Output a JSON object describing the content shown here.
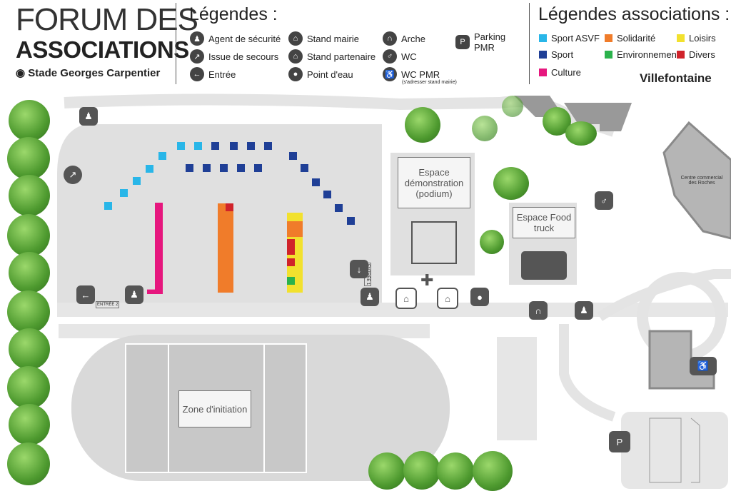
{
  "header": {
    "title_line1": "FORUM DES",
    "title_line2": "ASSOCIATIONS",
    "location": "Stade Georges Carpentier"
  },
  "legend": {
    "title": "Légendes :",
    "items": [
      {
        "icon": "security-guard-icon",
        "label": "Agent de sécurité"
      },
      {
        "icon": "emergency-exit-icon",
        "label": "Issue de secours"
      },
      {
        "icon": "entrance-icon",
        "label": "Entrée"
      },
      {
        "icon": "mairie-stand-icon",
        "label": "Stand mairie"
      },
      {
        "icon": "partner-stand-icon",
        "label": "Stand partenaire"
      },
      {
        "icon": "water-point-icon",
        "label": "Point d'eau"
      },
      {
        "icon": "arch-icon",
        "label": "Arche"
      },
      {
        "icon": "wc-icon",
        "label": "WC"
      },
      {
        "icon": "wc-pmr-icon",
        "label": "WC PMR",
        "note": "(s'adresser stand mairie)"
      },
      {
        "icon": "parking-pmr-icon",
        "label": "Parking PMR"
      }
    ]
  },
  "assoc_legend": {
    "title": "Légendes associations :",
    "items": [
      {
        "label": "Sport ASVF",
        "color": "#29b6e8"
      },
      {
        "label": "Solidarité",
        "color": "#f07c2a"
      },
      {
        "label": "Loisirs",
        "color": "#f2e12e"
      },
      {
        "label": "Sport",
        "color": "#1f3f96"
      },
      {
        "label": "Environnement",
        "color": "#2bb24c"
      },
      {
        "label": "Divers",
        "color": "#d0232a"
      },
      {
        "label": "Culture",
        "color": "#e6177e"
      }
    ],
    "brand": "Villefontaine"
  },
  "map": {
    "demo_space": "Espace démonstration (podium)",
    "foodtruck": "Espace Food truck",
    "initiation": "Zone d'initiation",
    "mall": "Centre commercial des Roches",
    "entry1": "ENTRÉE 1",
    "entry2": "ENTRÉE 2"
  }
}
